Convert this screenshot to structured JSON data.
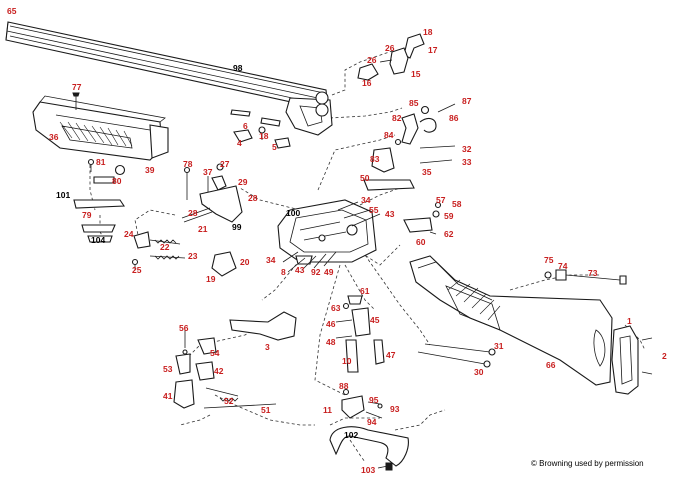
{
  "colors": {
    "callout_red": "#c81e1e",
    "callout_black": "#000000",
    "ink": "#1a1a1a"
  },
  "copyright": "© Browning used by permission",
  "callouts": [
    {
      "text": "65",
      "color": "red"
    },
    {
      "text": "98",
      "color": "black"
    },
    {
      "text": "18",
      "color": "red"
    },
    {
      "text": "26",
      "color": "red"
    },
    {
      "text": "17",
      "color": "red"
    },
    {
      "text": "26",
      "color": "red"
    },
    {
      "text": "15",
      "color": "red"
    },
    {
      "text": "16",
      "color": "red"
    },
    {
      "text": "77",
      "color": "red"
    },
    {
      "text": "36",
      "color": "red"
    },
    {
      "text": "6",
      "color": "red"
    },
    {
      "text": "4",
      "color": "red"
    },
    {
      "text": "18",
      "color": "red"
    },
    {
      "text": "5",
      "color": "red"
    },
    {
      "text": "85",
      "color": "red"
    },
    {
      "text": "87",
      "color": "red"
    },
    {
      "text": "82",
      "color": "red"
    },
    {
      "text": "86",
      "color": "red"
    },
    {
      "text": "84",
      "color": "red"
    },
    {
      "text": "32",
      "color": "red"
    },
    {
      "text": "83",
      "color": "red"
    },
    {
      "text": "33",
      "color": "red"
    },
    {
      "text": "35",
      "color": "red"
    },
    {
      "text": "50",
      "color": "red"
    },
    {
      "text": "81",
      "color": "red"
    },
    {
      "text": "39",
      "color": "red"
    },
    {
      "text": "80",
      "color": "red"
    },
    {
      "text": "78",
      "color": "red"
    },
    {
      "text": "37",
      "color": "red"
    },
    {
      "text": "27",
      "color": "red"
    },
    {
      "text": "29",
      "color": "red"
    },
    {
      "text": "28",
      "color": "red"
    },
    {
      "text": "101",
      "color": "black"
    },
    {
      "text": "28",
      "color": "red"
    },
    {
      "text": "79",
      "color": "red"
    },
    {
      "text": "21",
      "color": "red"
    },
    {
      "text": "99",
      "color": "black"
    },
    {
      "text": "104",
      "color": "black"
    },
    {
      "text": "57",
      "color": "red"
    },
    {
      "text": "58",
      "color": "red"
    },
    {
      "text": "34",
      "color": "red"
    },
    {
      "text": "55",
      "color": "red"
    },
    {
      "text": "43",
      "color": "red"
    },
    {
      "text": "100",
      "color": "black"
    },
    {
      "text": "59",
      "color": "red"
    },
    {
      "text": "62",
      "color": "red"
    },
    {
      "text": "60",
      "color": "red"
    },
    {
      "text": "24",
      "color": "red"
    },
    {
      "text": "22",
      "color": "red"
    },
    {
      "text": "25",
      "color": "red"
    },
    {
      "text": "23",
      "color": "red"
    },
    {
      "text": "20",
      "color": "red"
    },
    {
      "text": "19",
      "color": "red"
    },
    {
      "text": "34",
      "color": "red"
    },
    {
      "text": "8",
      "color": "red"
    },
    {
      "text": "43",
      "color": "red"
    },
    {
      "text": "92",
      "color": "red"
    },
    {
      "text": "49",
      "color": "red"
    },
    {
      "text": "75",
      "color": "red"
    },
    {
      "text": "74",
      "color": "red"
    },
    {
      "text": "73",
      "color": "red"
    },
    {
      "text": "61",
      "color": "red"
    },
    {
      "text": "63",
      "color": "red"
    },
    {
      "text": "45",
      "color": "red"
    },
    {
      "text": "46",
      "color": "red"
    },
    {
      "text": "48",
      "color": "red"
    },
    {
      "text": "3",
      "color": "red"
    },
    {
      "text": "56",
      "color": "red"
    },
    {
      "text": "54",
      "color": "red"
    },
    {
      "text": "10",
      "color": "red"
    },
    {
      "text": "47",
      "color": "red"
    },
    {
      "text": "31",
      "color": "red"
    },
    {
      "text": "1",
      "color": "red"
    },
    {
      "text": "2",
      "color": "red"
    },
    {
      "text": "66",
      "color": "red"
    },
    {
      "text": "53",
      "color": "red"
    },
    {
      "text": "42",
      "color": "red"
    },
    {
      "text": "30",
      "color": "red"
    },
    {
      "text": "41",
      "color": "red"
    },
    {
      "text": "52",
      "color": "red"
    },
    {
      "text": "51",
      "color": "red"
    },
    {
      "text": "88",
      "color": "red"
    },
    {
      "text": "95",
      "color": "red"
    },
    {
      "text": "11",
      "color": "red"
    },
    {
      "text": "93",
      "color": "red"
    },
    {
      "text": "94",
      "color": "red"
    },
    {
      "text": "102",
      "color": "black"
    },
    {
      "text": "103",
      "color": "red"
    }
  ]
}
